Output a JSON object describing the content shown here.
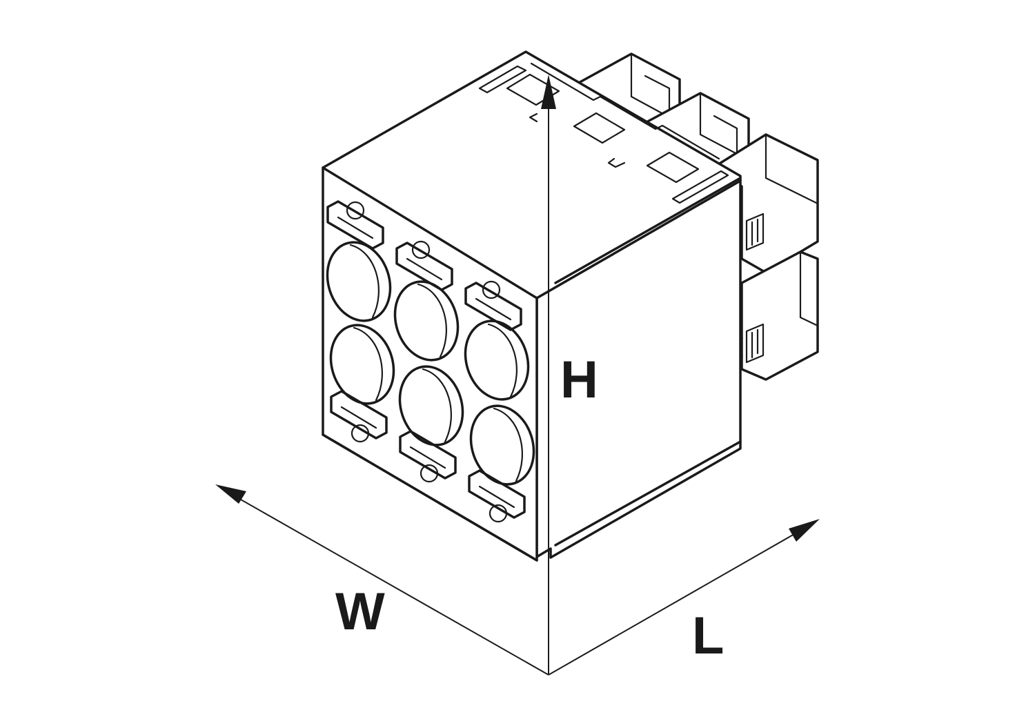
{
  "dimensions": {
    "height_label": "H",
    "width_label": "W",
    "length_label": "L"
  },
  "colors": {
    "stroke": "#1a1a1a",
    "background": "#ffffff"
  },
  "icons": {
    "object": "connector-housing-icon"
  }
}
